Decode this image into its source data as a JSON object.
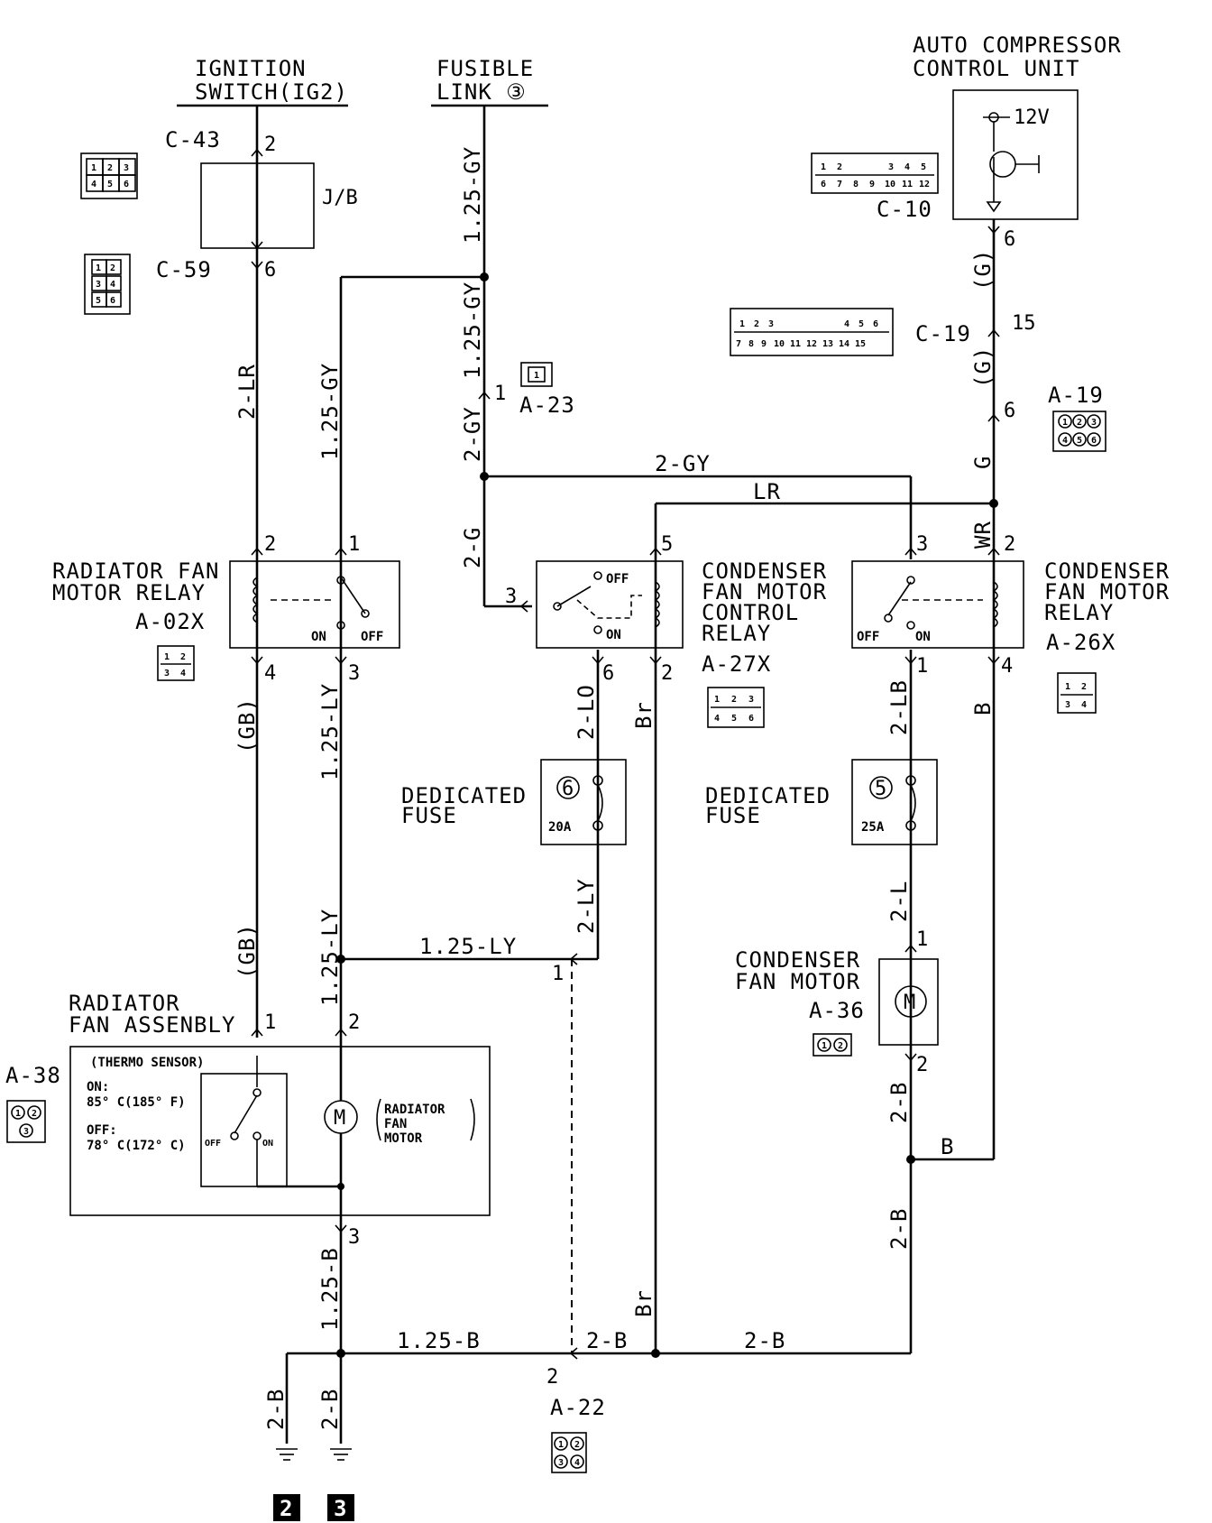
{
  "components": {
    "ignition_switch": [
      "IGNITION",
      "SWITCH(IG2)"
    ],
    "fusible_link": [
      "FUSIBLE",
      "LINK ③"
    ],
    "auto_comp": [
      "AUTO COMPRESSOR",
      "CONTROL UNIT"
    ],
    "supply_12v": "12V",
    "jb": "J/B",
    "rad_relay": [
      "RADIATOR FAN",
      "MOTOR RELAY"
    ],
    "cond_control_relay": [
      "CONDENSER",
      "FAN MOTOR",
      "CONTROL",
      "RELAY"
    ],
    "cond_relay": [
      "CONDENSER",
      "FAN MOTOR",
      "RELAY"
    ],
    "dedicated_fuse": [
      "DEDICATED",
      "FUSE"
    ],
    "cond_motor": [
      "CONDENSER",
      "FAN MOTOR"
    ],
    "rad_assembly": [
      "RADIATOR",
      "FAN ASSENBLY"
    ],
    "thermo": "(THERMO SENSOR)",
    "thermo_on": [
      "ON:",
      "85° C(185° F)"
    ],
    "thermo_off": [
      "OFF:",
      "78° C(172° C)"
    ],
    "rad_motor": [
      "RADIATOR",
      "FAN",
      "MOTOR"
    ],
    "on": "ON",
    "off": "OFF",
    "fuse6_num": "6",
    "fuse6_amp": "20A",
    "fuse5_num": "5",
    "fuse5_amp": "25A"
  },
  "connector_ids": {
    "c43": "C-43",
    "c59": "C-59",
    "c10": "C-10",
    "c19": "C-19",
    "a19": "A-19",
    "a23": "A-23",
    "a02x": "A-02X",
    "a27x": "A-27X",
    "a26x": "A-26X",
    "a36": "A-36",
    "a38": "A-38",
    "a22": "A-22"
  },
  "connector_pins": {
    "c43": [
      "1",
      "2",
      "3",
      "4",
      "5",
      "6"
    ],
    "c59": [
      "1",
      "2",
      "3",
      "4",
      "5",
      "6"
    ],
    "c10": [
      "1",
      "2",
      "3",
      "4",
      "5",
      "6",
      "7",
      "8",
      "9",
      "10",
      "11",
      "12"
    ],
    "c19": [
      "1",
      "2",
      "3",
      "4",
      "5",
      "6",
      "7",
      "8",
      "9",
      "10",
      "11",
      "12",
      "13",
      "14",
      "15"
    ],
    "a19": [
      "1",
      "2",
      "3",
      "4",
      "5",
      "6"
    ],
    "a23": [
      "1"
    ],
    "a02x": [
      "1",
      "2",
      "3",
      "4"
    ],
    "a27x": [
      "1",
      "2",
      "3",
      "4",
      "5",
      "6"
    ],
    "a26x": [
      "1",
      "2",
      "3",
      "4"
    ],
    "a36": [
      "1",
      "2"
    ],
    "a38": [
      "1",
      "2",
      "3"
    ],
    "a22": [
      "1",
      "2",
      "3",
      "4"
    ]
  },
  "wires": {
    "w_2lr": "2-LR",
    "w_125gy_a": "1.25-GY",
    "w_125gy_b": "1.25-GY",
    "w_125gy_c": "1.25-GY",
    "w_2gy_v": "2-GY",
    "w_2g": "2-G",
    "w_2gy_h": "2-GY",
    "w_lr": "LR",
    "w_g_top": "(G)",
    "w_g_mid": "(G)",
    "w_g": "G",
    "w_wr": "WR",
    "w_gb_a": "(GB)",
    "w_gb_b": "(GB)",
    "w_125ly_a": "1.25-LY",
    "w_125ly_b": "1.25-LY",
    "w_125ly_h": "1.25-LY",
    "w_2lo": "2-LO",
    "w_2ly": "2-LY",
    "w_br_a": "Br",
    "w_br_b": "Br",
    "w_2lb": "2-LB",
    "w_b_a": "B",
    "w_2l": "2-L",
    "w_2b_a": "2-B",
    "w_2b_b": "2-B",
    "w_b_b": "B",
    "w_125b_v": "1.25-B",
    "w_125b_h": "1.25-B",
    "w_2b_c": "2-B",
    "w_2b_d": "2-B",
    "w_2b_e": "2-B",
    "w_2b_f": "2-B"
  },
  "pins": {
    "p_ig_2": "2",
    "p_jb_6": "6",
    "p_ac_6": "6",
    "p_c19_15": "15",
    "p_a19_6": "6",
    "p_a23_1": "1",
    "p_rr_2": "2",
    "p_rr_1": "1",
    "p_rr_4": "4",
    "p_rr_3": "3",
    "p_ccr_3": "3",
    "p_ccr_5": "5",
    "p_ccr_6": "6",
    "p_ccr_2": "2",
    "p_cr_3": "3",
    "p_cr_2": "2",
    "p_cr_1": "1",
    "p_cr_4": "4",
    "p_cm_1": "1",
    "p_cm_2": "2",
    "p_ra_1": "1",
    "p_ra_2": "2",
    "p_ra_3": "3",
    "p_a22_1": "1",
    "p_a22_2": "2"
  },
  "grounds": [
    "2",
    "3"
  ]
}
